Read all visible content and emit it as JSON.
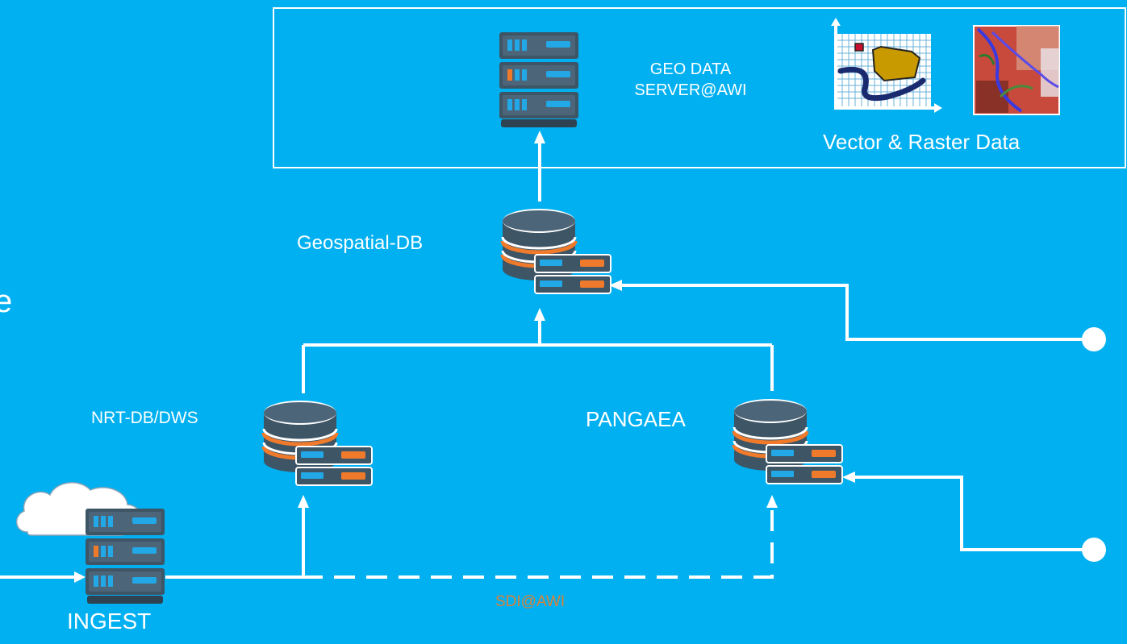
{
  "colors": {
    "background": "#00b0f0",
    "line": "#ffffff",
    "server_body": "#3e5566",
    "server_face": "#4c6578",
    "server_light_blue": "#22a8e6",
    "server_light_orange": "#f07a2b",
    "db_band_orange": "#f07a2b",
    "sdi_text": "#d8823a"
  },
  "labels": {
    "geo_server_line1": "GEO DATA",
    "geo_server_line2": "SERVER@AWI",
    "vector_raster": "Vector & Raster Data",
    "geospatial_db": "Geospatial-DB",
    "nrt_db": "NRT-DB/DWS",
    "pangaea": "PANGAEA",
    "ingest": "INGEST",
    "sdi": "SDI@AWI",
    "edge_glyph": "e"
  },
  "icons": {
    "geo_server": "server-rack-icon",
    "ingest_server": "server-rack-icon",
    "geospatial_db": "database-server-icon",
    "nrt_db": "database-server-icon",
    "pangaea_db": "database-server-icon",
    "cloud": "cloud-icon",
    "vector_data": "vector-map-icon",
    "raster_data": "satellite-raster-icon"
  },
  "connections": [
    {
      "from": "ingest",
      "to": "nrt_db",
      "style": "solid"
    },
    {
      "from": "ingest",
      "to": "pangaea",
      "style": "dashed"
    },
    {
      "from": "nrt_db",
      "to": "geospatial_db",
      "style": "solid"
    },
    {
      "from": "pangaea",
      "to": "geospatial_db",
      "style": "solid"
    },
    {
      "from": "geospatial_db",
      "to": "geo_server",
      "style": "solid"
    },
    {
      "from": "external_source_upper",
      "to": "geospatial_db",
      "style": "solid"
    },
    {
      "from": "external_source_lower",
      "to": "pangaea",
      "style": "solid"
    }
  ]
}
